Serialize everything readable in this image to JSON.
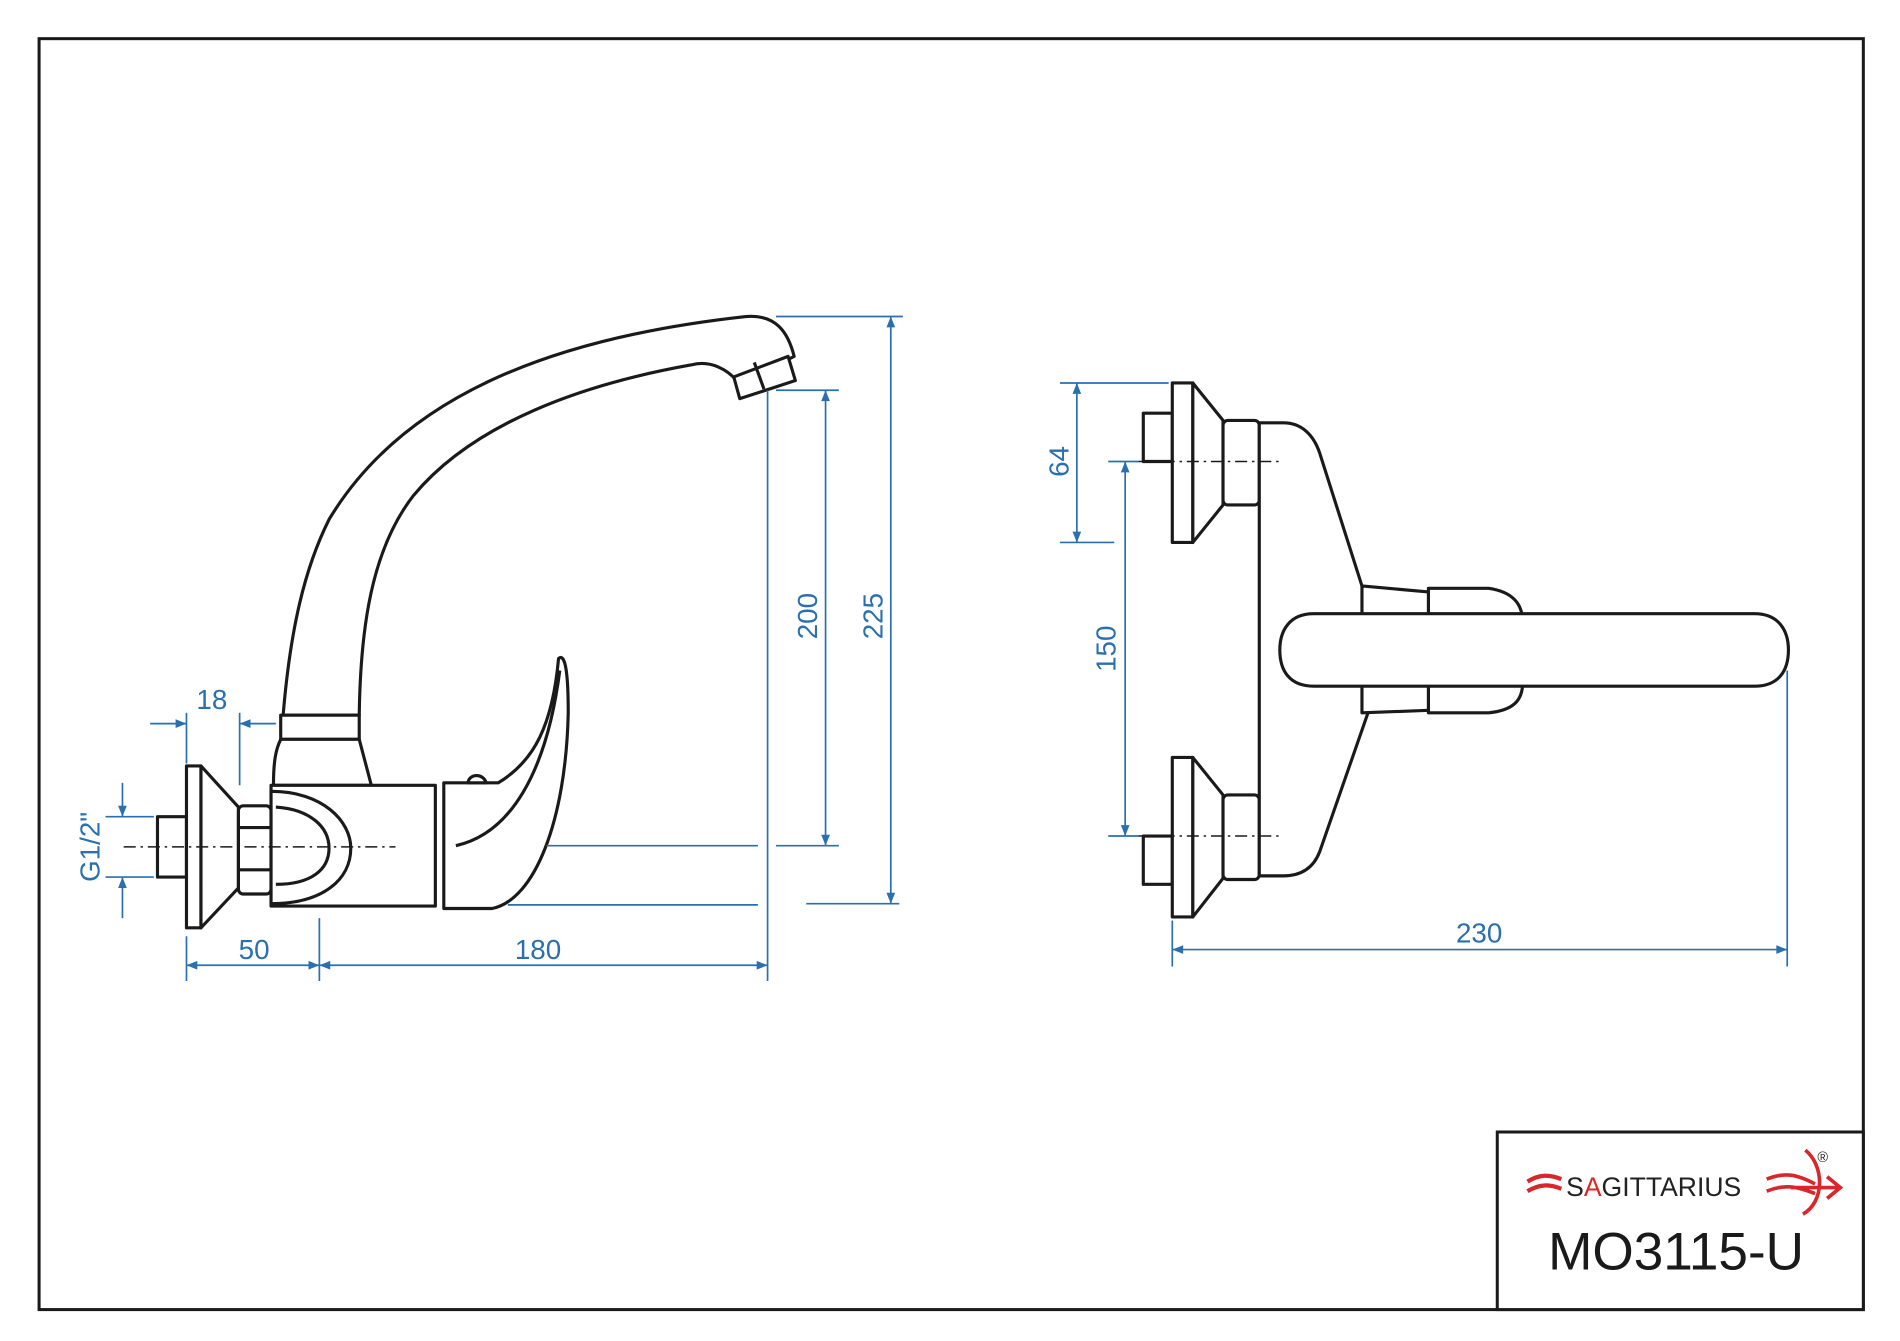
{
  "drawing": {
    "brand": "SAGITTARIUS",
    "brand_accent_letter": "A",
    "registered_mark": "®",
    "model": "MO3115-U",
    "colors": {
      "dimension": "#2a6fb0",
      "brand_red": "#d8262b",
      "outline": "#1a1a1a"
    }
  },
  "side_view": {
    "dimensions": {
      "d18": "18",
      "thread": "G1/2\"",
      "d50": "50",
      "d180": "180",
      "d200": "200",
      "d225": "225"
    }
  },
  "top_view": {
    "dimensions": {
      "d64": "64",
      "d150": "150",
      "d230": "230"
    }
  }
}
